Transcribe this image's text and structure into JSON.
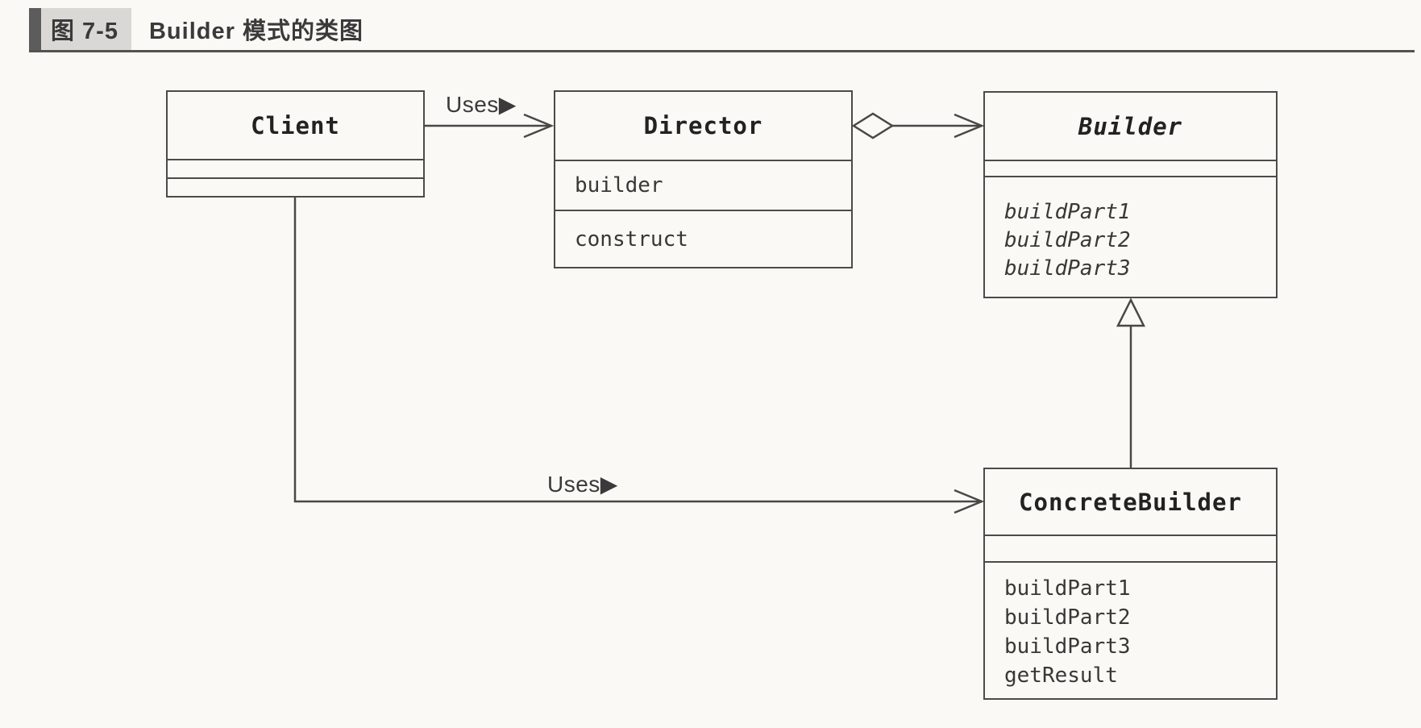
{
  "figure": {
    "tag": "图 7-5",
    "title": "Builder 模式的类图"
  },
  "classes": {
    "client": {
      "name": "Client",
      "attributes": [],
      "methods": []
    },
    "director": {
      "name": "Director",
      "attributes": [
        "builder"
      ],
      "methods": [
        "construct"
      ]
    },
    "builder": {
      "name": "Builder",
      "abstract": true,
      "attributes": [],
      "methods": [
        "buildPart1",
        "buildPart2",
        "buildPart3"
      ]
    },
    "concrete_builder": {
      "name": "ConcreteBuilder",
      "attributes": [],
      "methods": [
        "buildPart1",
        "buildPart2",
        "buildPart3",
        "getResult"
      ]
    }
  },
  "edges": {
    "client_director": {
      "label": "Uses▶",
      "type": "directed-association"
    },
    "director_builder": {
      "type": "aggregation"
    },
    "client_concrete_builder": {
      "label": "Uses▶",
      "type": "directed-association"
    },
    "concrete_builder_builder": {
      "type": "generalization"
    }
  },
  "colors": {
    "paper": "#faf9f6",
    "line": "#4a4845",
    "ink": "#3a3835",
    "chip_bg": "#d9d8d5",
    "accent_bar": "#5c5c5c"
  }
}
